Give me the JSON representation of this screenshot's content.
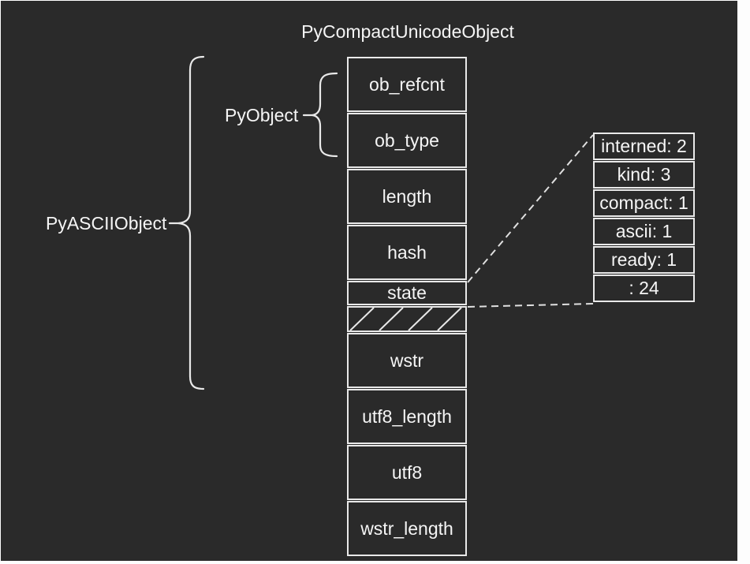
{
  "title": "PyCompactUnicodeObject",
  "labels": {
    "pyobject": "PyObject",
    "pyascii": "PyASCIIObject"
  },
  "stack": {
    "rows": [
      {
        "label": "ob_refcnt"
      },
      {
        "label": "ob_type"
      },
      {
        "label": "length"
      },
      {
        "label": "hash"
      },
      {
        "label": "state"
      },
      {
        "label": "",
        "hatched": true
      },
      {
        "label": "wstr"
      },
      {
        "label": "utf8_length"
      },
      {
        "label": "utf8"
      },
      {
        "label": "wstr_length"
      }
    ]
  },
  "state_detail": {
    "rows": [
      {
        "label": "interned: 2"
      },
      {
        "label": "kind: 3"
      },
      {
        "label": "compact: 1"
      },
      {
        "label": "ascii: 1"
      },
      {
        "label": "ready: 1"
      },
      {
        "label": ": 24"
      }
    ]
  },
  "colors": {
    "background": "#2a2a2a",
    "frame": "#fdfdfd",
    "line": "#e9e9e9",
    "text": "#f5f5f5"
  }
}
